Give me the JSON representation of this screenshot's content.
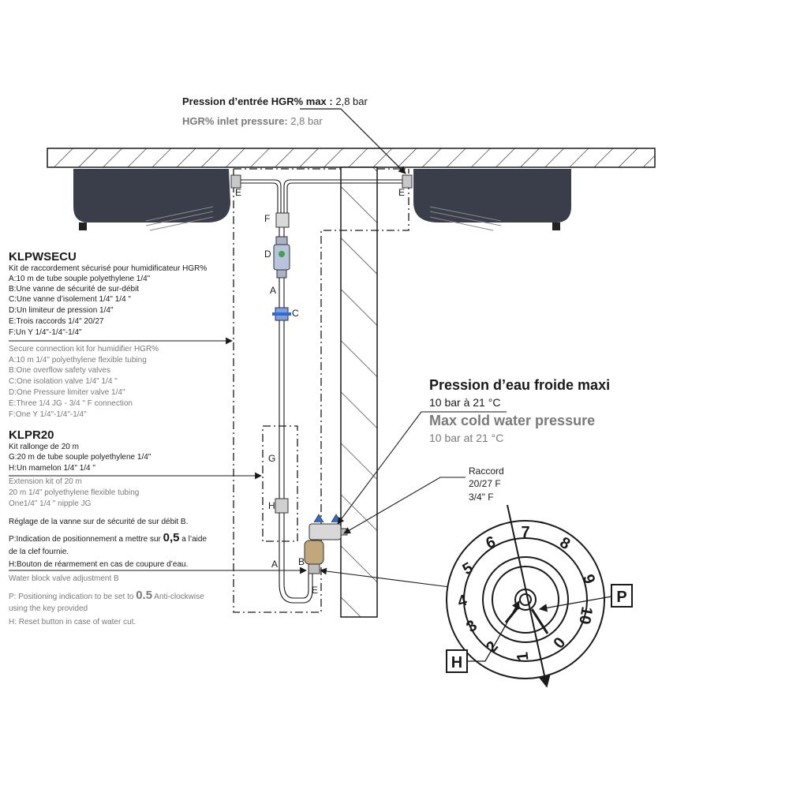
{
  "inlet": {
    "fr_label": "Pression d’entrée HGR% max :",
    "fr_value": " 2,8 bar",
    "en_label": "HGR% inlet pressure:",
    "en_value": " 2,8 bar"
  },
  "klpwsecu": {
    "title": "KLPWSECU",
    "fr_lines": [
      "Kit de raccordement sécurisé pour humidificateur HGR%",
      "A:10 m de tube souple polyethylene 1/4\"",
      "B:Une vanne de sécurité de sur-débit",
      "C:Une vanne d’isolement 1/4\" 1/4 \"",
      "D:Un limiteur de pression 1/4\"",
      "E:Trois raccords 1/4\" 20/27",
      "F:Un Y  1/4\"-1/4\"-1/4\""
    ],
    "en_lines": [
      "Secure connection kit for humidifier HGR%",
      "A:10 m 1/4\" polyethylene flexible tubing",
      "B:One overflow safety valves",
      "C:One isolation valve 1/4\" 1/4 \"",
      "D:One Pressure limiter valve 1/4\"",
      "E:Three 1/4 JG - 3/4 \"  F connection",
      "F:One Y  1/4\"-1/4\"-1/4\""
    ]
  },
  "klpr20": {
    "title": "KLPR20",
    "fr_lines": [
      "Kit rallonge de 20 m",
      "G:20 m de tube souple polyethylene 1/4\"",
      "H:Un mamelon 1/4\" 1/4 \""
    ],
    "en_lines": [
      "Extension kit of 20 m",
      "20 m 1/4\" polyethylene flexible tubing",
      "One1/4\" 1/4 \" nipple JG"
    ]
  },
  "settings": {
    "fr_title": "Réglage de la vanne sur de sécurité de sur débit  B.",
    "fr_p_before": "P:Indication de positionnement a mettre sur ",
    "fr_p_value": "0,5",
    "fr_p_after": " a l’aide",
    "fr_p_line2": "de la clef fournie.",
    "fr_h": "H:Bouton de réarmement en cas de coupure d’eau.",
    "en_title": "Water block valve adjustment B",
    "en_p_before": "P: Positioning indication to be set to ",
    "en_p_value": "0.5",
    "en_p_after": " Anti-clockwise",
    "en_p_line2": "using the key provided",
    "en_h": " H: Reset button in case of water cut."
  },
  "cold_water": {
    "fr_title": "Pression d’eau froide maxi",
    "fr_value": "10 bar à 21 °C",
    "en_title": "Max cold water pressure",
    "en_value": "10 bar at 21 °C"
  },
  "raccord": {
    "line1": "Raccord",
    "line2": "20/27 F",
    "line3": "3/4\" F"
  },
  "labels": {
    "a1": "A",
    "a2": "A",
    "b": "B",
    "c": "C",
    "d": "D",
    "e_left": "E",
    "e_right": "E",
    "e_bottom": "E",
    "f": "F",
    "g": "G",
    "h": "H"
  },
  "dial": {
    "numbers": [
      "1",
      "2",
      "3",
      "4",
      "5",
      "6",
      "7",
      "8",
      "9",
      "10",
      "0"
    ],
    "callout_p": "P",
    "callout_h": "H"
  },
  "colors": {
    "unit_body": "#3a3d4a",
    "ink": "#1a1a1a",
    "grey_text": "#7a7a7a",
    "valve_blue": "#2e6bd6",
    "valve_green": "#3fa34d"
  }
}
